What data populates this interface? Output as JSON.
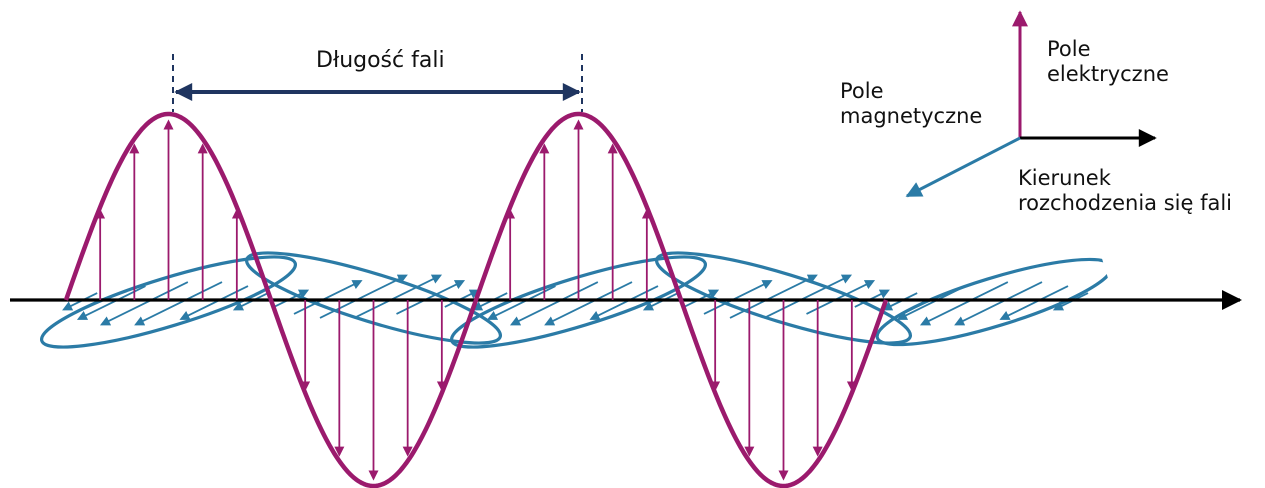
{
  "labels": {
    "wavelength": "Długość fali",
    "electric_field": [
      "Pole",
      "elektryczne"
    ],
    "magnetic_field": [
      "Pole",
      "magnetyczne"
    ],
    "propagation_direction": [
      "Kierunek",
      "rozchodzenia się fali"
    ]
  },
  "colors": {
    "electric": "#9b1a6d",
    "magnetic": "#2b7ba6",
    "axis": "#000000",
    "wavelength_arrow": "#1f3560"
  }
}
